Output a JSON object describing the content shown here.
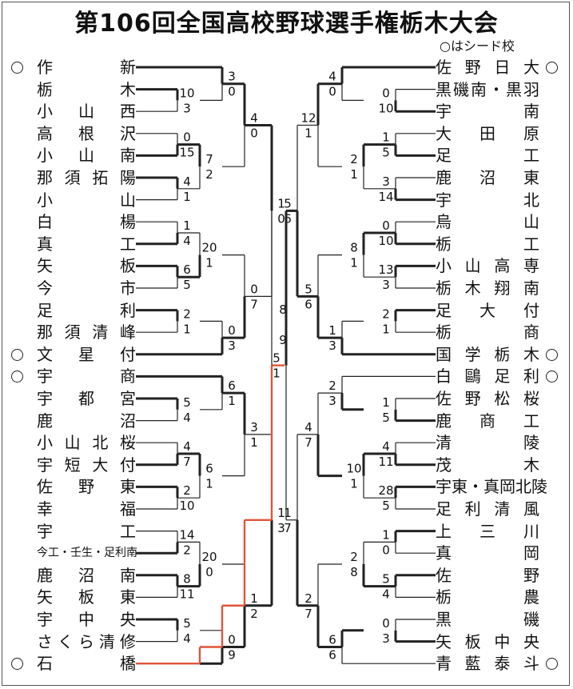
{
  "title": "第106回全国高校野球選手権栃木大会",
  "legend": "○はシード校",
  "left_teams": [
    {
      "name": "作新",
      "seed": true
    },
    {
      "name": "栃木",
      "seed": false
    },
    {
      "name": "小山西",
      "seed": false
    },
    {
      "name": "高根沢",
      "seed": false
    },
    {
      "name": "小山南",
      "seed": false
    },
    {
      "name": "那須拓陽",
      "seed": false
    },
    {
      "name": "小山",
      "seed": false
    },
    {
      "name": "白楊",
      "seed": false
    },
    {
      "name": "真工",
      "seed": false
    },
    {
      "name": "矢板",
      "seed": false
    },
    {
      "name": "今市",
      "seed": false
    },
    {
      "name": "足利",
      "seed": false
    },
    {
      "name": "那須清峰",
      "seed": false
    },
    {
      "name": "文星付",
      "seed": true
    },
    {
      "name": "宇商",
      "seed": true
    },
    {
      "name": "宇都宮",
      "seed": false
    },
    {
      "name": "鹿沼",
      "seed": false
    },
    {
      "name": "小山北桜",
      "seed": false
    },
    {
      "name": "宇短大付",
      "seed": false
    },
    {
      "name": "佐野東",
      "seed": false
    },
    {
      "name": "幸福",
      "seed": false
    },
    {
      "name": "宇工",
      "seed": false
    },
    {
      "name": "今工・壬生・足利南",
      "seed": false
    },
    {
      "name": "鹿沼南",
      "seed": false
    },
    {
      "name": "矢板東",
      "seed": false
    },
    {
      "name": "宇中央",
      "seed": false
    },
    {
      "name": "さくら清修",
      "seed": false
    },
    {
      "name": "石橋",
      "seed": true
    }
  ],
  "right_teams": [
    {
      "name": "佐野日大",
      "seed": true
    },
    {
      "name": "黒磯南・黒羽",
      "seed": false
    },
    {
      "name": "宇南",
      "seed": false
    },
    {
      "name": "大田原",
      "seed": false
    },
    {
      "name": "足工",
      "seed": false
    },
    {
      "name": "鹿沼東",
      "seed": false
    },
    {
      "name": "宇北",
      "seed": false
    },
    {
      "name": "烏山",
      "seed": false
    },
    {
      "name": "栃工",
      "seed": false
    },
    {
      "name": "小山高専",
      "seed": false
    },
    {
      "name": "栃木翔南",
      "seed": false
    },
    {
      "name": "足大付",
      "seed": false
    },
    {
      "name": "栃商",
      "seed": false
    },
    {
      "name": "国学栃木",
      "seed": true
    },
    {
      "name": "白鷗足利",
      "seed": true
    },
    {
      "name": "佐野松桜",
      "seed": false
    },
    {
      "name": "鹿商工",
      "seed": false
    },
    {
      "name": "清陵",
      "seed": false
    },
    {
      "name": "茂木",
      "seed": false
    },
    {
      "name": "宇東・真岡北陵",
      "seed": false
    },
    {
      "name": "足利清風",
      "seed": false
    },
    {
      "name": "上三川",
      "seed": false
    },
    {
      "name": "真岡",
      "seed": false
    },
    {
      "name": "佐野",
      "seed": false
    },
    {
      "name": "栃農",
      "seed": false
    },
    {
      "name": "黒磯",
      "seed": false
    },
    {
      "name": "矢板中央",
      "seed": false
    },
    {
      "name": "青藍泰斗",
      "seed": true
    }
  ],
  "scores": {
    "L1a": "3",
    "L1b": "0",
    "L1c": "10",
    "L1d": "3",
    "L1e": "0",
    "L1f": "15",
    "L1g": "7",
    "L1h": "4",
    "L1i": "2",
    "L1j": "1",
    "L1k": "1",
    "L1l": "20",
    "L1m": "4",
    "L1n": "6",
    "L1o": "1",
    "L1p": "5",
    "L1q": "2",
    "L1r": "1",
    "L1s": "0",
    "L1t": "3",
    "L2a": "4",
    "L2b": "0",
    "L2c": "0",
    "L2d": "7",
    "L3a": "1",
    "L3b": "0",
    "L1u": "6",
    "L1v": "5",
    "L1w": "1",
    "L1x": "4",
    "L1y": "4",
    "L1z": "7",
    "L1aa": "6",
    "L1ab": "2",
    "L1ac": "1",
    "L1ad": "10",
    "L1ae": "14",
    "L1af": "2",
    "L1ag": "20",
    "L1ah": "8",
    "L1ai": "0",
    "L1aj": "11",
    "L1ak": "5",
    "L1al": "4",
    "L1am": "0",
    "L1an": "9",
    "L2e": "3",
    "L2f": "1",
    "L2g": "1",
    "L2h": "2",
    "L3c": "1",
    "L3d": "3",
    "F1": "8",
    "F2": "9",
    "R1a": "4",
    "R1b": "0",
    "R1c": "0",
    "R1d": "10",
    "R1e": "1",
    "R1f": "2",
    "R1g": "5",
    "R1h": "1",
    "R1i": "3",
    "R1j": "14",
    "R1k": "0",
    "R1l": "8",
    "R1m": "10",
    "R1n": "1",
    "R1o": "13",
    "R1p": "3",
    "R1q": "2",
    "R1r": "1",
    "R1s": "1",
    "R1t": "3",
    "R2a": "12",
    "R2b": "1",
    "R2c": "5",
    "R2d": "6",
    "R3a": "5",
    "R3b": "6",
    "R4a": "5",
    "R4b": "1",
    "R1u": "2",
    "R1v": "3",
    "R1w": "1",
    "R1x": "5",
    "R1y": "4",
    "R1z": "10",
    "R1aa": "11",
    "R1ab": "1",
    "R1ac": "28",
    "R1ad": "5",
    "R1ae": "1",
    "R1af": "2",
    "R1ag": "0",
    "R1ah": "8",
    "R1ai": "5",
    "R1aj": "4",
    "R1ak": "0",
    "R1al": "3",
    "R1am": "6",
    "R1an": "6",
    "R2e": "4",
    "R2f": "7",
    "R2g": "2",
    "R2h": "7",
    "R3c": "1",
    "R3d": "7"
  }
}
